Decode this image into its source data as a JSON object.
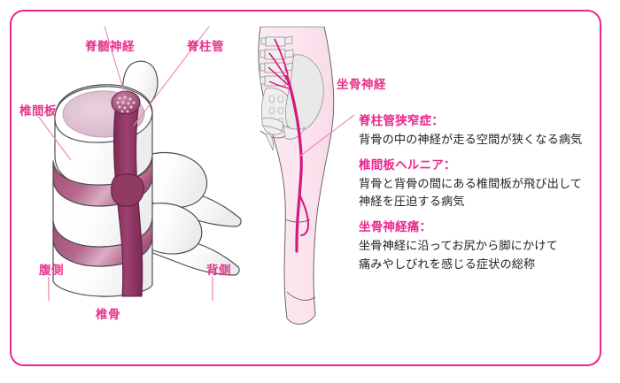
{
  "figure": {
    "frame_color": "#ec268f",
    "accent_color": "#e8338c",
    "text_color": "#231f20",
    "bone_color": "#ffffff",
    "disc_color": "#a8527a",
    "nerve_color": "#8e3060",
    "skin_color": "#fbe6ef",
    "pelvis_color": "#e9e9ea",
    "sciatic_color": "#d6177f"
  },
  "vertebra_diagram": {
    "labels": {
      "spinal_nerve": "脊髄神経",
      "spinal_canal": "脊柱管",
      "intervertebral_disc": "椎間板",
      "ventral_side": "腹側",
      "dorsal_side": "背側",
      "vertebra": "椎骨"
    }
  },
  "leg_diagram": {
    "labels": {
      "sciatic_nerve": "坐骨神経"
    }
  },
  "conditions": [
    {
      "title": "脊柱管狭窄症：",
      "lines": [
        "背骨の中の神経が走る空間が狭くなる病気"
      ]
    },
    {
      "title": "椎間板ヘルニア：",
      "lines": [
        "背骨と背骨の間にある椎間板が飛び出して",
        "神経を圧迫する病気"
      ]
    },
    {
      "title": "坐骨神経痛：",
      "lines": [
        "坐骨神経に沿ってお尻から脚にかけて",
        "痛みやしびれを感じる症状の総称"
      ]
    }
  ]
}
